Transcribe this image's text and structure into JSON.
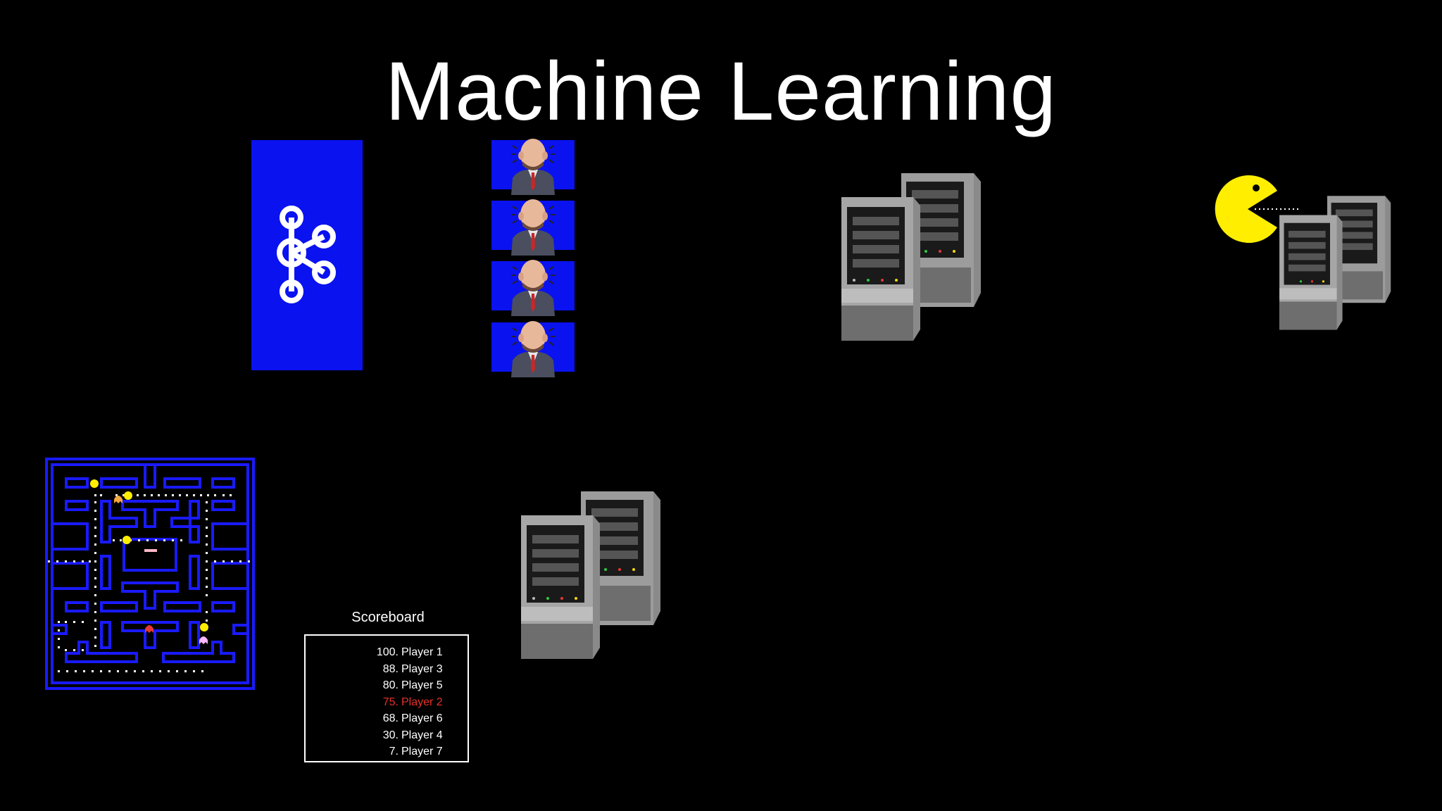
{
  "slide": {
    "title": "Machine Learning"
  },
  "icons": {
    "kafka": "kafka-logo-icon",
    "worker": "businessman-icon",
    "server": "server-rack-icon",
    "pacman": "pacman-icon",
    "maze": "pacman-maze-icon"
  },
  "colors": {
    "background": "#000000",
    "panel_blue": "#0a12f0",
    "maze_blue": "#1a1aff",
    "pacman_yellow": "#ffee00",
    "highlight_red": "#e8312b",
    "text_white": "#ffffff"
  },
  "scoreboard": {
    "label": "Scoreboard",
    "entries": [
      {
        "rank": "100.",
        "name": "Player 1",
        "highlight": false
      },
      {
        "rank": "88.",
        "name": "Player 3",
        "highlight": false
      },
      {
        "rank": "80.",
        "name": "Player 5",
        "highlight": false
      },
      {
        "rank": "75.",
        "name": "Player 2",
        "highlight": true
      },
      {
        "rank": "68.",
        "name": "Player 6",
        "highlight": false
      },
      {
        "rank": "30.",
        "name": "Player 4",
        "highlight": false
      },
      {
        "rank": "7.",
        "name": "Player 7",
        "highlight": false
      }
    ]
  }
}
